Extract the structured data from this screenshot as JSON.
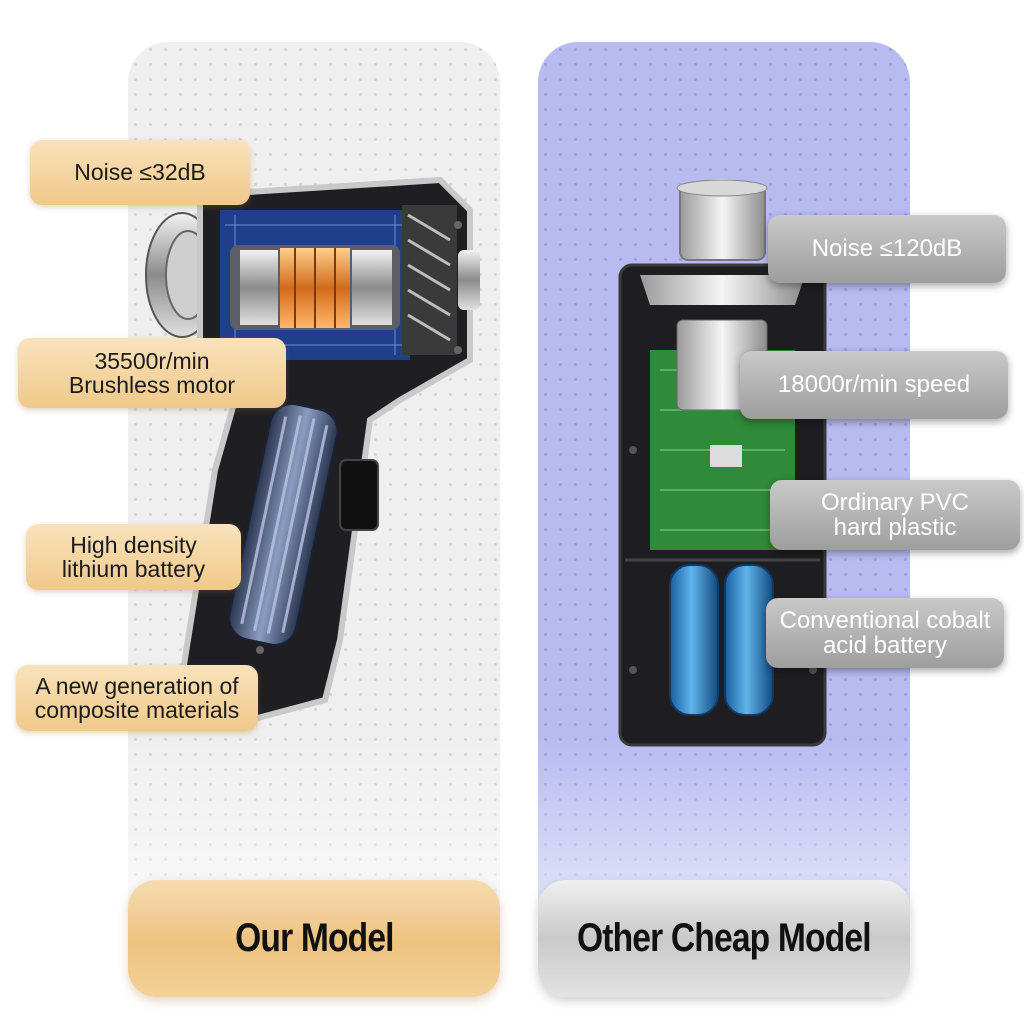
{
  "panels": {
    "left": {
      "title": "Our Model",
      "features": [
        "Noise ≤32dB",
        "35500r/min\nBrushless motor",
        "High density\nlithium battery",
        "A new generation of\ncomposite materials"
      ]
    },
    "right": {
      "title": "Other Cheap Model",
      "features": [
        "Noise ≤120dB",
        "18000r/min speed",
        "Ordinary PVC\nhard plastic",
        "Conventional cobalt\nacid battery"
      ]
    }
  },
  "colors": {
    "left_panel_bg": "#efefef",
    "right_panel_bg": "#b7bbf0",
    "gold_label": "#f0c98a",
    "gray_label": "#a8a8a8"
  },
  "icons": {
    "left_product": "blower-cutaway-illustration",
    "right_product": "cheap-blower-cutaway-illustration"
  }
}
